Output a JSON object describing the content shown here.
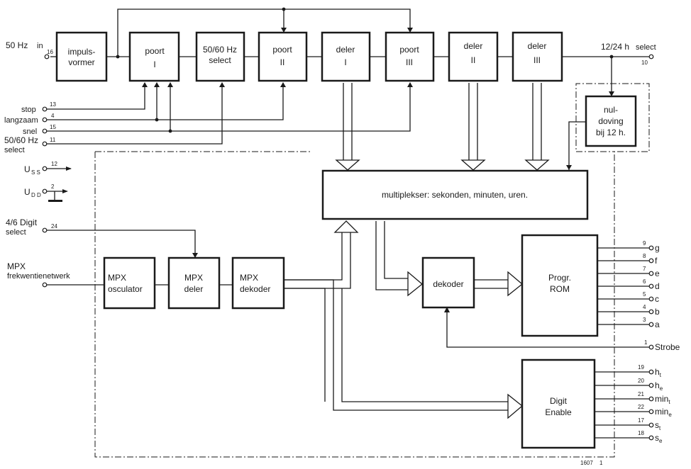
{
  "blocks": {
    "impulsvormer": [
      "impuls-",
      "vormer"
    ],
    "poort1": [
      "poort",
      "I"
    ],
    "select5060": [
      "50/60 Hz",
      "select"
    ],
    "poort2": [
      "poort",
      "II"
    ],
    "deler1": [
      "deler",
      "I"
    ],
    "poort3": [
      "poort",
      "III"
    ],
    "deler2": [
      "deler",
      "II"
    ],
    "deler3": [
      "deler",
      "III"
    ],
    "nuldoving": [
      "nul-",
      "doving",
      "bij 12 h."
    ],
    "multiplexer": "multiplekser: sekonden, minuten, uren.",
    "mpx_osc": [
      "MPX",
      "osculator"
    ],
    "mpx_deler": [
      "MPX",
      "deler"
    ],
    "mpx_dekoder": [
      "MPX",
      "dekoder"
    ],
    "dekoder": "dekoder",
    "rom": [
      "Progr.",
      "ROM"
    ],
    "digit_enable": [
      "Digit",
      "Enable"
    ]
  },
  "inputs": {
    "hz50": "50 Hz",
    "in": "in",
    "stop": "stop",
    "langzaam": "langzaam",
    "snel": "snel",
    "select_line1": "50/60 Hz",
    "select_line2": "select",
    "us": "U",
    "us_sub": "S S",
    "ud": "U",
    "ud_sub": "D D",
    "digit_line1": "4/6 Digit",
    "digit_line2": "select",
    "mpx_line1": "MPX",
    "mpx_line2": "frekwentienetwerk",
    "select1224": "12/24 h",
    "select_word": "select"
  },
  "pins": {
    "p16": "16",
    "p13": "13",
    "p4": "4",
    "p15": "15",
    "p11": "11",
    "p12": "12",
    "p2": "2",
    "p24": "24",
    "p10": "10",
    "p1": "1",
    "p9": "9",
    "p8": "8",
    "p7": "7",
    "p6": "6",
    "p5": "5",
    "p4b": "4",
    "p3": "3",
    "p19": "19",
    "p20": "20",
    "p21": "21",
    "p22": "22",
    "p17": "17",
    "p18": "18"
  },
  "segments": [
    "g",
    "f",
    "e",
    "d",
    "c",
    "b",
    "a"
  ],
  "strobe": "Strobe",
  "digits": [
    {
      "main": "h",
      "sub": "t"
    },
    {
      "main": "h",
      "sub": "e"
    },
    {
      "main": "min",
      "sub": "t"
    },
    {
      "main": "min",
      "sub": "e"
    },
    {
      "main": "s",
      "sub": "t"
    },
    {
      "main": "s",
      "sub": "e"
    }
  ],
  "figure_no": "1607",
  "figure_mark": "1"
}
